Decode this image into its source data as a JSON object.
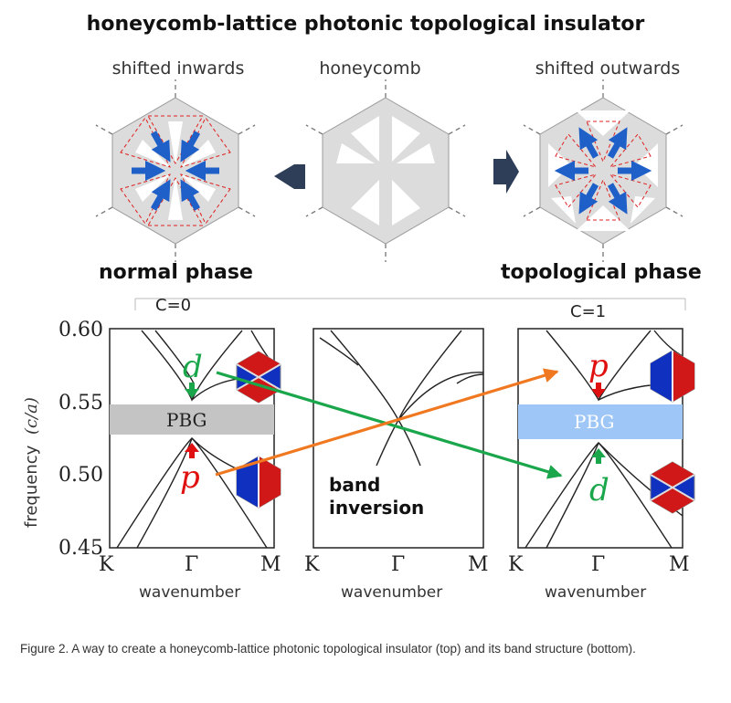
{
  "title": "honeycomb-lattice photonic topological insulator",
  "top": {
    "left_label": "shifted inwards",
    "center_label": "honeycomb",
    "right_label": "shifted outwards",
    "left_phase": "normal phase",
    "right_phase": "topological phase"
  },
  "bands": {
    "left_chern": "C=0",
    "right_chern": "C=1",
    "ylabel": "frequency",
    "ylabel_unit": "(c/a)",
    "yticks": [
      "0.60",
      "0.55",
      "0.50",
      "0.45"
    ],
    "kticks": [
      "K",
      "Γ",
      "M"
    ],
    "xlabel": "wavenumber",
    "pbg": "PBG",
    "orbital_d": "d",
    "orbital_p": "p",
    "center_note_1": "band",
    "center_note_2": "inversion"
  },
  "colors": {
    "pbg_normal": "#c4c4c4",
    "pbg_topo": "#9ec6f6",
    "arrow_green": "#1aa64a",
    "arrow_orange": "#f07820",
    "arrow_red": "#e01010",
    "cell_arrow": "#1f5fc8"
  },
  "caption": "Figure 2. A way to create a honeycomb-lattice photonic topological insulator (top) and its band structure (bottom)."
}
